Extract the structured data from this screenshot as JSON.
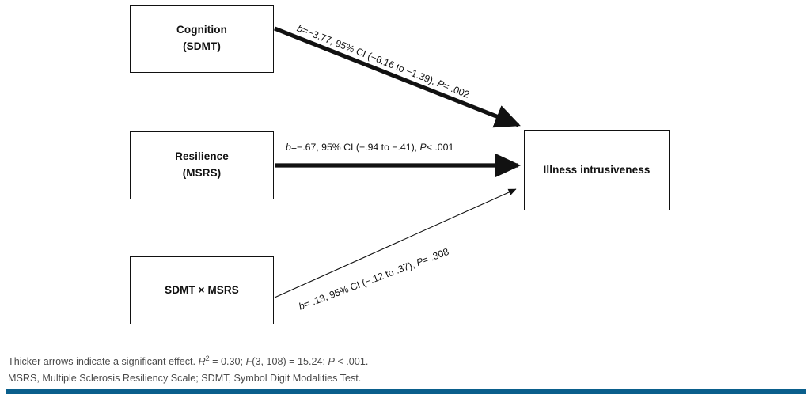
{
  "figure": {
    "type": "path-diagram",
    "background_color": "#ffffff",
    "accent_bar_color": "#0a5f8c",
    "nodes": [
      {
        "id": "cognition",
        "line1": "Cognition",
        "line2": "(SDMT)"
      },
      {
        "id": "resilience",
        "line1": "Resilience",
        "line2": "(MSRS)"
      },
      {
        "id": "interaction",
        "line1": "SDMT × MSRS",
        "line2": ""
      },
      {
        "id": "outcome",
        "line1": "Illness intrusiveness",
        "line2": ""
      }
    ],
    "paths": [
      {
        "id": "cognition-to-outcome",
        "from": "Cognition (SDMT)",
        "to": "Illness intrusiveness",
        "coefficient": "−3.77",
        "ci_low": "−6.16",
        "ci_high": "−1.39",
        "p_value": ".002",
        "p_operator": "=",
        "significant": true,
        "label_plain": "b = −3.77, 95% CI (−6.16 to −1.39), P = .002"
      },
      {
        "id": "resilience-to-outcome",
        "from": "Resilience (MSRS)",
        "to": "Illness intrusiveness",
        "coefficient": "−.67",
        "ci_low": "−.94",
        "ci_high": "−.41",
        "p_value": ".001",
        "p_operator": "<",
        "significant": true,
        "label_plain": "b = −.67, 95% CI (−.94 to −.41), P < .001"
      },
      {
        "id": "interaction-to-outcome",
        "from": "SDMT × MSRS",
        "to": "Illness intrusiveness",
        "coefficient": ".13",
        "ci_low": "−.12",
        "ci_high": ".37",
        "p_value": ".308",
        "p_operator": "=",
        "significant": false,
        "label_plain": "b = .13, 95% CI (−.12 to .37), P = .308"
      }
    ],
    "label_parts": {
      "path_a": {
        "b_italic": "b",
        "eq": "=−3.77, 95% CI (−6.16 to −1.39), ",
        "p_italic": "P",
        "p_rest": "= .002"
      },
      "path_b": {
        "b_italic": "b",
        "eq": "=−.67, 95% CI (−.94 to −.41), ",
        "p_italic": "P",
        "p_rest": "< .001"
      },
      "path_c": {
        "b_italic": "b",
        "eq": "= .13, 95% CI (−.12 to .37), ",
        "p_italic": "P",
        "p_rest": "= .308"
      }
    },
    "footnote": {
      "line1_a": "Thicker arrows indicate a significant effect. ",
      "line1_r": "R",
      "line1_r_sup": "2",
      "line1_b": " = 0.30; ",
      "line1_f": "F",
      "line1_c": "(3, 108) = 15.24; ",
      "line1_p": "P",
      "line1_d": " < .001.",
      "line2": "MSRS, Multiple Sclerosis Resiliency Scale; SDMT, Symbol Digit Modalities Test.",
      "line1_plain": "Thicker arrows indicate a significant effect. R2 = 0.30; F(3, 108) = 15.24; P < .001.",
      "abbreviations": [
        "MSRS, Multiple Sclerosis Resiliency Scale",
        "SDMT, Symbol Digit Modalities Test"
      ]
    }
  }
}
